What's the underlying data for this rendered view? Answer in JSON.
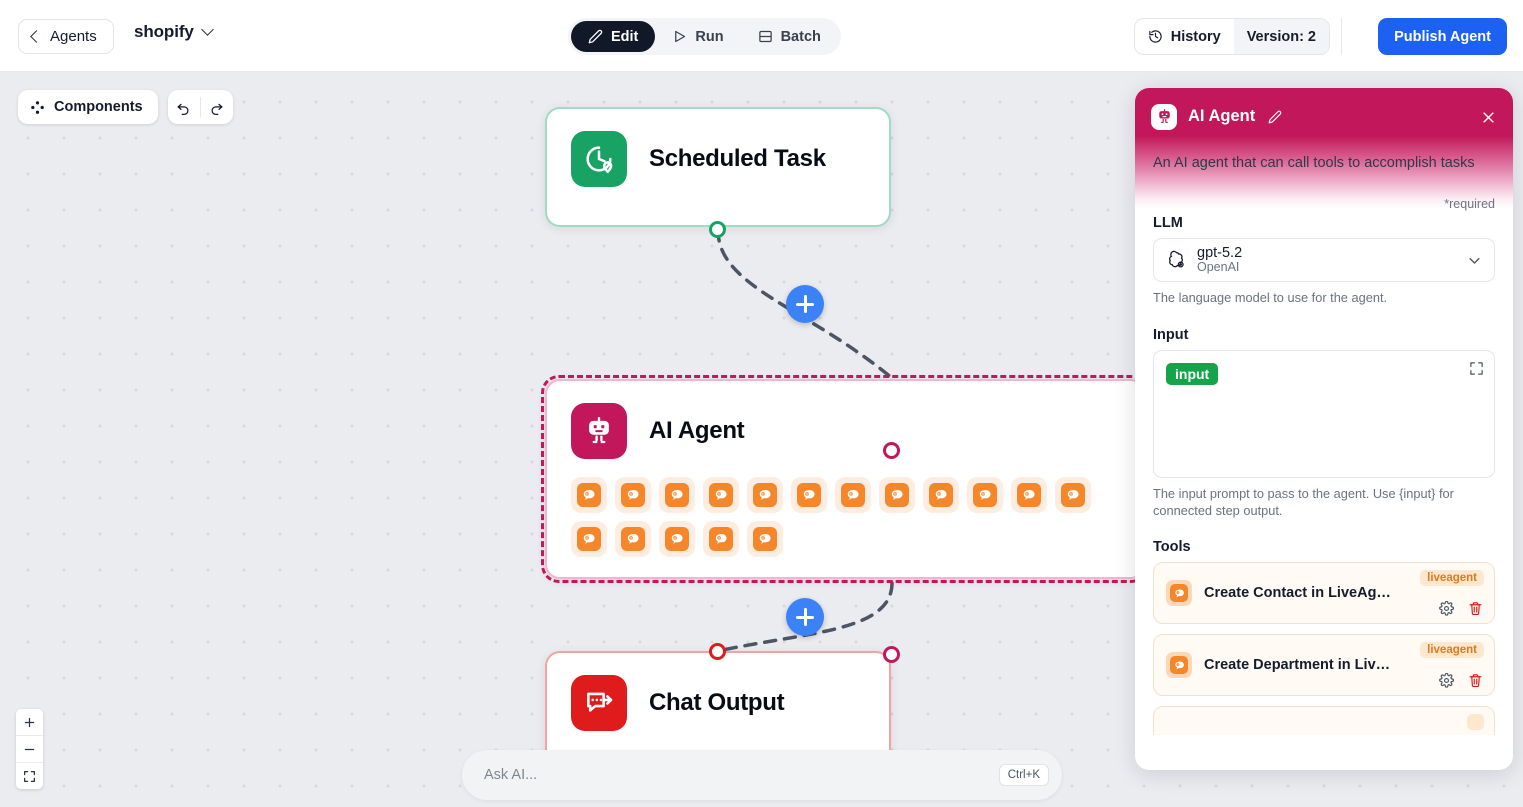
{
  "topbar": {
    "back_label": "Agents",
    "workflow_name": "shopify",
    "modes": [
      {
        "label": "Edit",
        "icon": "pencil-icon",
        "active": true
      },
      {
        "label": "Run",
        "icon": "play-icon",
        "active": false
      },
      {
        "label": "Batch",
        "icon": "batch-icon",
        "active": false
      }
    ],
    "history_label": "History",
    "version_label": "Version: 2",
    "publish_label": "Publish Agent"
  },
  "canvas_toolbar": {
    "components_label": "Components",
    "undo_icon": "undo-icon",
    "redo_icon": "redo-icon"
  },
  "nodes": [
    {
      "id": "scheduled",
      "title": "Scheduled Task",
      "icon": "clock-schedule-icon",
      "accent": "#18a264"
    },
    {
      "id": "aiagent",
      "title": "AI Agent",
      "icon": "robot-icon",
      "accent": "#c2185b",
      "selected": true,
      "tool_chip_count": 17
    },
    {
      "id": "chat",
      "title": "Chat Output",
      "icon": "chat-output-icon",
      "accent": "#e01b1b"
    }
  ],
  "askbar": {
    "placeholder": "Ask AI...",
    "shortcut": "Ctrl+K"
  },
  "zoom_controls": {
    "zoom_in": "plus-icon",
    "zoom_out": "minus-icon",
    "fit_view": "fit-view-icon"
  },
  "panel": {
    "title": "AI Agent",
    "icon": "robot-icon",
    "edit_icon": "pencil-icon",
    "close_icon": "close-icon",
    "description": "An AI agent that can call tools to accomplish tasks",
    "required_note": "*required",
    "fields": [
      {
        "label": "LLM",
        "value": "gpt-5.2",
        "provider": "OpenAI",
        "help": "The language model to use for the agent."
      },
      {
        "label": "Input",
        "token": "input",
        "help": "The input prompt to pass to the agent. Use {input} for connected step output."
      }
    ],
    "tools_label": "Tools",
    "tools": [
      {
        "name": "Create Contact in LiveAgent",
        "tag": "liveagent",
        "settings_icon": "gear-icon",
        "delete_icon": "trash-icon"
      },
      {
        "name": "Create Department in LiveAg...",
        "tag": "liveagent",
        "settings_icon": "gear-icon",
        "delete_icon": "trash-icon"
      }
    ]
  },
  "colors": {
    "accent_blue": "#1d61f2",
    "panel_magenta": "#c2185b",
    "node_green": "#18a264",
    "node_red": "#e01b1b",
    "tool_orange": "#f5862a",
    "token_green": "#16a34a"
  }
}
